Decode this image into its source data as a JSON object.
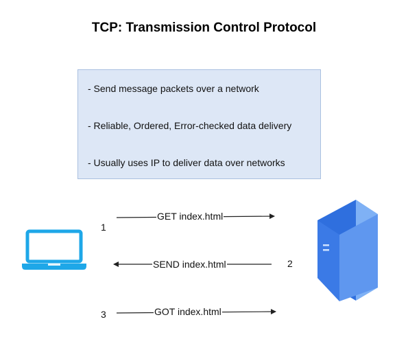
{
  "title": "TCP: Transmission Control Protocol",
  "info_box": {
    "bullets": [
      "- Send message packets over a network",
      "- Reliable, Ordered, Error-checked data delivery",
      "- Usually uses IP to deliver data over networks"
    ]
  },
  "flow": {
    "steps": [
      {
        "number": "1",
        "label": "GET index.html",
        "direction": "client-to-server"
      },
      {
        "number": "2",
        "label": "SEND index.html",
        "direction": "server-to-client"
      },
      {
        "number": "3",
        "label": "GOT index.html",
        "direction": "client-to-server"
      }
    ]
  },
  "icons": {
    "client": "laptop-icon",
    "server": "server-tower-icon"
  },
  "colors": {
    "box_fill": "#dde7f6",
    "box_border": "#a9bfe0",
    "laptop": "#1ea7e8",
    "server_front": "#2f6fde",
    "server_side": "#7fb1f5"
  }
}
